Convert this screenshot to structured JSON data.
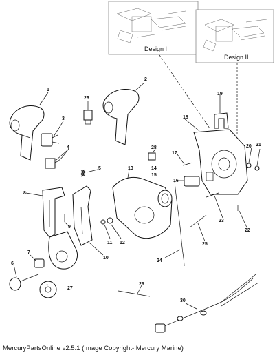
{
  "insets": {
    "design_1": "Design I",
    "design_2": "Design II"
  },
  "callouts": [
    "1",
    "2",
    "3",
    "4",
    "5",
    "6",
    "7",
    "8",
    "9",
    "10",
    "11",
    "12",
    "13",
    "14",
    "15",
    "16",
    "17",
    "18",
    "19",
    "20",
    "21",
    "22",
    "23",
    "24",
    "25",
    "26",
    "27",
    "28",
    "29",
    "30"
  ],
  "footer": "MercuryPartsOnline v2.5.1 (Image Copyright- Mercury Marine)"
}
